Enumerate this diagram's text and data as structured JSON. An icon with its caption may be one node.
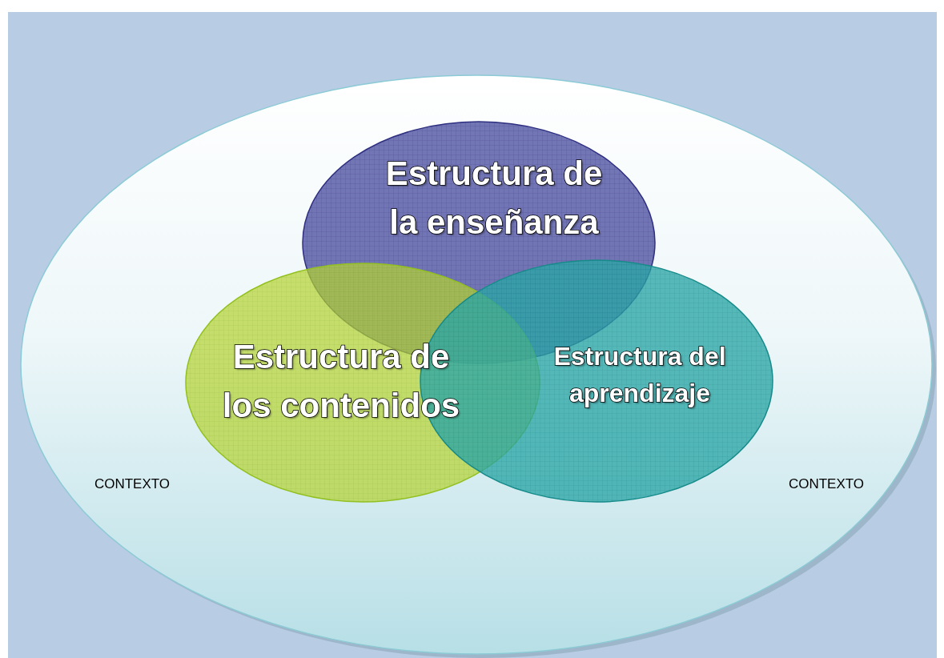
{
  "diagram": {
    "nodes": [
      {
        "text": [
          "CONTEXTO",
          "CONTEXTO"
        ]
      },
      {
        "text": [
          "Estructura de la enseñanza"
        ],
        "in": 0
      },
      {
        "text": [
          "Estructura de los contenidos"
        ],
        "in": 0
      },
      {
        "text": [
          "Estructura del aprendizaje"
        ],
        "in": 0
      }
    ]
  }
}
